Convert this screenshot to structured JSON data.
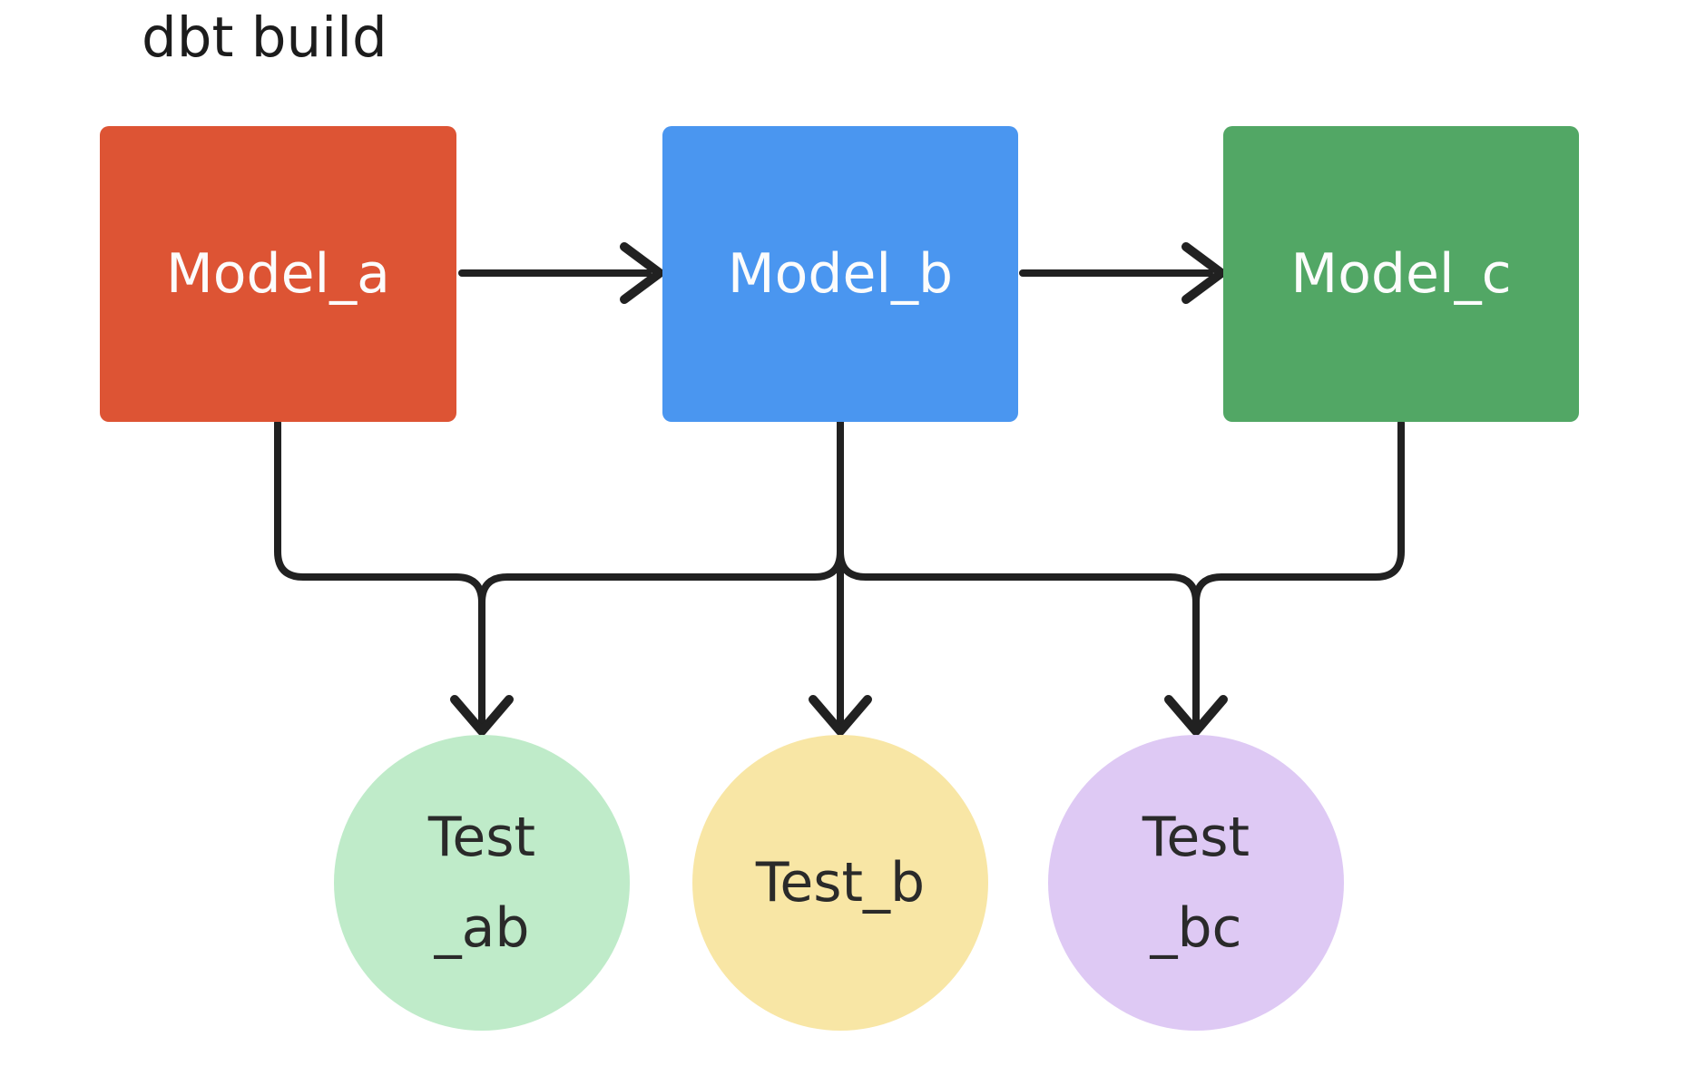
{
  "title": "dbt build",
  "diagram": {
    "models": [
      {
        "id": "model_a",
        "label": "Model_a",
        "fill": "#dd5434",
        "text_color": "#fcfcfc"
      },
      {
        "id": "model_b",
        "label": "Model_b",
        "fill": "#4a96f0",
        "text_color": "#fcfcfc"
      },
      {
        "id": "model_c",
        "label": "Model_c",
        "fill": "#52a765",
        "text_color": "#fcfcfc"
      }
    ],
    "tests": [
      {
        "id": "test_ab",
        "lines": {
          "0": "Test",
          "1": "_ab"
        },
        "fill": "#bfebc9",
        "text_color": "#2a2a2a"
      },
      {
        "id": "test_b",
        "lines": {
          "0": "Test_b"
        },
        "fill": "#f8e6a5",
        "text_color": "#2a2a2a"
      },
      {
        "id": "test_bc",
        "lines": {
          "0": "Test",
          "1": "_bc"
        },
        "fill": "#dec9f4",
        "text_color": "#2a2a2a"
      }
    ],
    "edges": [
      {
        "from": "model_a",
        "to": "model_b"
      },
      {
        "from": "model_b",
        "to": "model_c"
      },
      {
        "from": "model_a",
        "to": "test_ab"
      },
      {
        "from": "model_b",
        "to": "test_ab"
      },
      {
        "from": "model_b",
        "to": "test_b"
      },
      {
        "from": "model_b",
        "to": "test_bc"
      },
      {
        "from": "model_c",
        "to": "test_bc"
      }
    ],
    "colors": {
      "background": "#ffffff",
      "edge_line": "#212121",
      "title_text": "#1c1c1c"
    }
  }
}
